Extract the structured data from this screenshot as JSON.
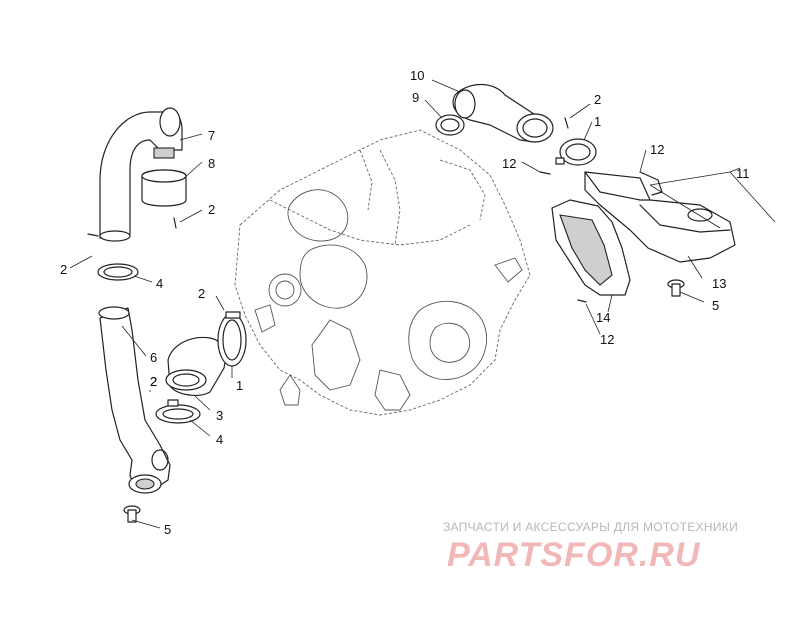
{
  "callouts": {
    "c1": "1",
    "c2": "1",
    "c3": "2",
    "c4": "2",
    "c5": "2",
    "c6": "2",
    "c7": "2",
    "c8": "2",
    "c9": "3",
    "c10": "4",
    "c11": "4",
    "c12": "5",
    "c13": "5",
    "c14": "6",
    "c15": "7",
    "c16": "8",
    "c17": "9",
    "c18": "10",
    "c19": "11",
    "c20": "12",
    "c21": "12",
    "c22": "12",
    "c23": "13",
    "c24": "14"
  },
  "watermark": {
    "subtitle": "ЗАПЧАСТИ И АКСЕССУАРЫ ДЛЯ МОТОТЕХНИКИ",
    "logo": "PARTSFOR.RU"
  },
  "colors": {
    "line": "#222222",
    "watermark_logo": "#f2b8b8",
    "watermark_text": "#b7b7b7"
  }
}
